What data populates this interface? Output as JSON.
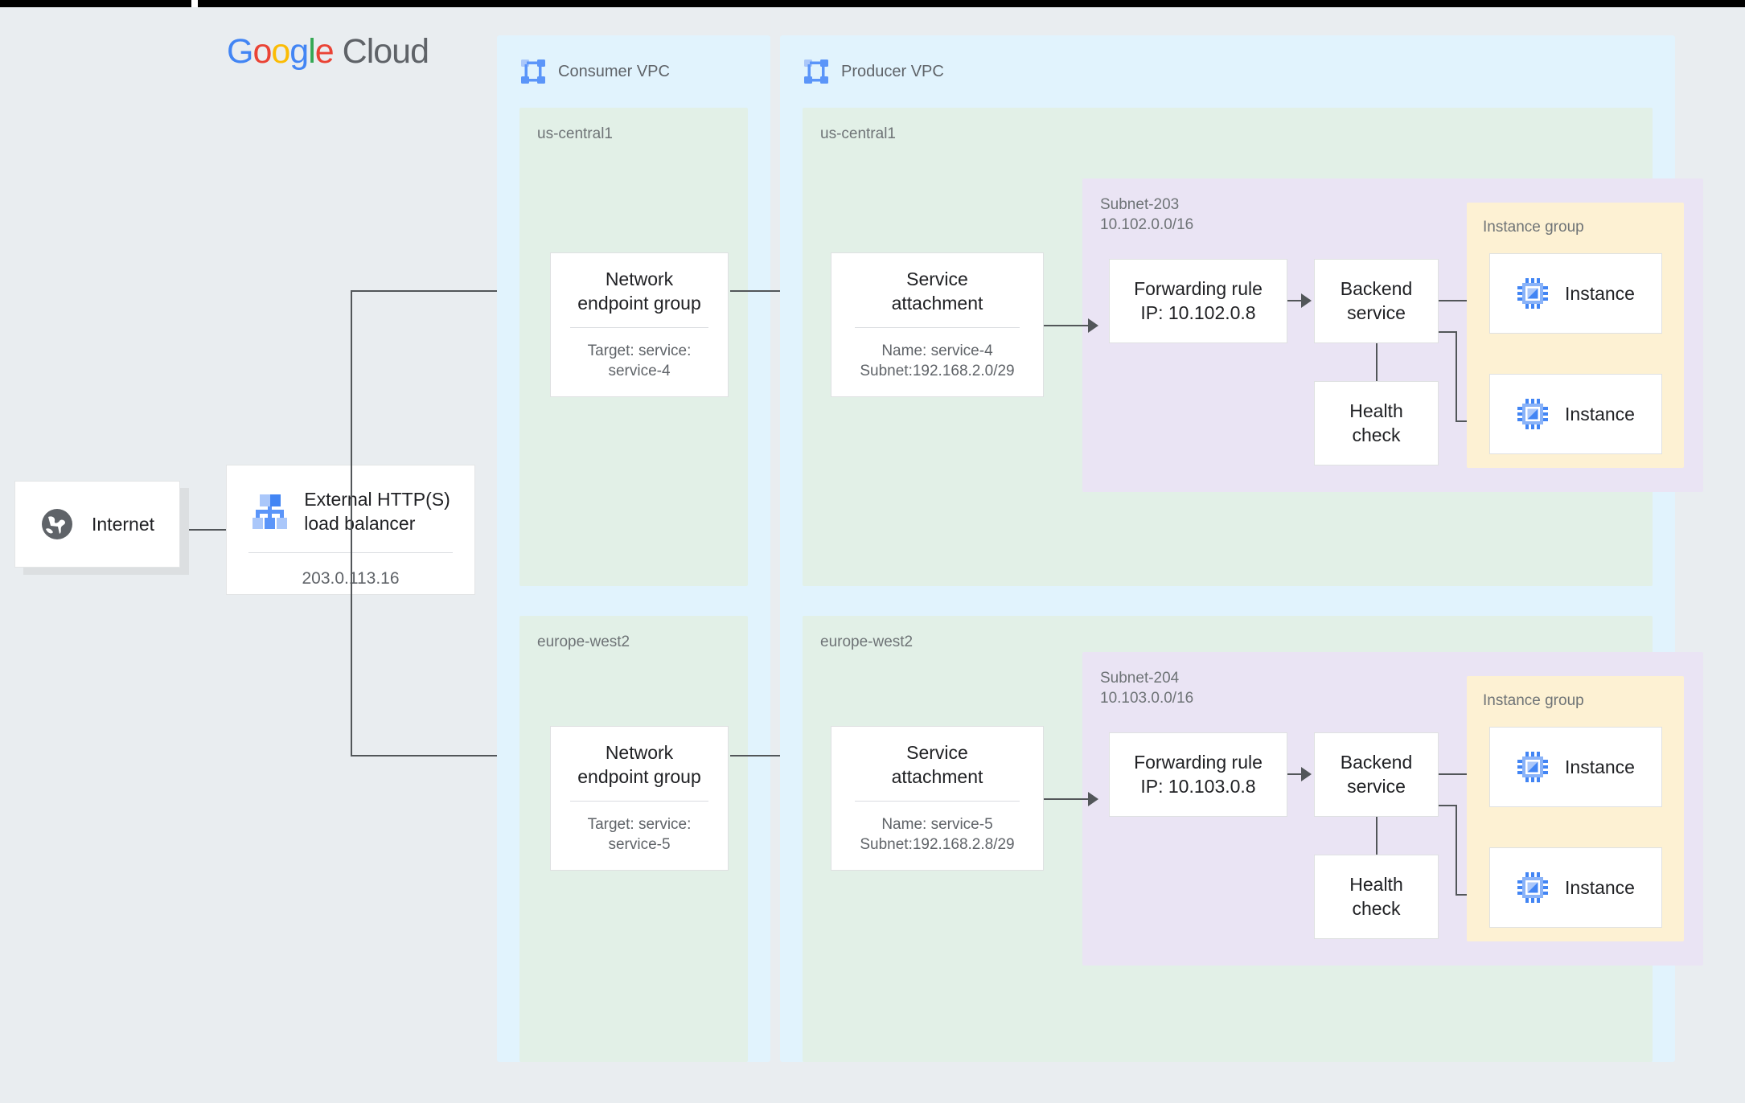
{
  "brand": {
    "word1": "G",
    "word2": "o",
    "word3": "o",
    "word4": "g",
    "word5": "l",
    "word6": "e",
    "word7": "Cloud"
  },
  "colors": {
    "vpc_bg": "#e1f3fd",
    "region_bg": "#e2f0e7",
    "subnet_bg": "#eae4f4",
    "instance_group_bg": "#fdf1d3",
    "page_bg": "#e9edf0",
    "connector": "#525659",
    "google_blue": "#4285F4",
    "google_red": "#EA4335",
    "google_yellow": "#FBBC05",
    "google_green": "#34A853",
    "google_gray": "#5F6368"
  },
  "internet": {
    "label": "Internet",
    "icon": "globe-icon"
  },
  "load_balancer": {
    "title_line1": "External HTTP(S)",
    "title_line2": "load balancer",
    "ip": "203.0.113.16",
    "icon": "load-balancer-icon"
  },
  "consumer_vpc": {
    "title": "Consumer VPC",
    "icon": "vpc-icon",
    "regions": [
      {
        "label": "us-central1",
        "neg": {
          "title_line1": "Network",
          "title_line2": "endpoint group",
          "sub_line1": "Target: service:",
          "sub_line2": "service-4"
        }
      },
      {
        "label": "europe-west2",
        "neg": {
          "title_line1": "Network",
          "title_line2": "endpoint group",
          "sub_line1": "Target: service:",
          "sub_line2": "service-5"
        }
      }
    ]
  },
  "producer_vpc": {
    "title": "Producer VPC",
    "icon": "vpc-icon",
    "regions": [
      {
        "label": "us-central1",
        "service_attachment": {
          "title_line1": "Service",
          "title_line2": "attachment",
          "sub_line1": "Name: service-4",
          "sub_line2": "Subnet:192.168.2.0/29"
        },
        "subnet": {
          "name": "Subnet-203",
          "cidr": "10.102.0.0/16",
          "forwarding_rule": {
            "line1": "Forwarding rule",
            "line2": "IP: 10.102.0.8"
          },
          "backend_service": {
            "line1": "Backend",
            "line2": "service"
          },
          "health_check": {
            "line1": "Health",
            "line2": "check"
          },
          "instance_group": {
            "label": "Instance group",
            "instances": [
              {
                "label": "Instance",
                "icon": "cpu-chip-icon"
              },
              {
                "label": "Instance",
                "icon": "cpu-chip-icon"
              }
            ]
          }
        }
      },
      {
        "label": "europe-west2",
        "service_attachment": {
          "title_line1": "Service",
          "title_line2": "attachment",
          "sub_line1": "Name: service-5",
          "sub_line2": "Subnet:192.168.2.8/29"
        },
        "subnet": {
          "name": "Subnet-204",
          "cidr": "10.103.0.0/16",
          "forwarding_rule": {
            "line1": "Forwarding rule",
            "line2": "IP: 10.103.0.8"
          },
          "backend_service": {
            "line1": "Backend",
            "line2": "service"
          },
          "health_check": {
            "line1": "Health",
            "line2": "check"
          },
          "instance_group": {
            "label": "Instance group",
            "instances": [
              {
                "label": "Instance",
                "icon": "cpu-chip-icon"
              },
              {
                "label": "Instance",
                "icon": "cpu-chip-icon"
              }
            ]
          }
        }
      }
    ]
  }
}
